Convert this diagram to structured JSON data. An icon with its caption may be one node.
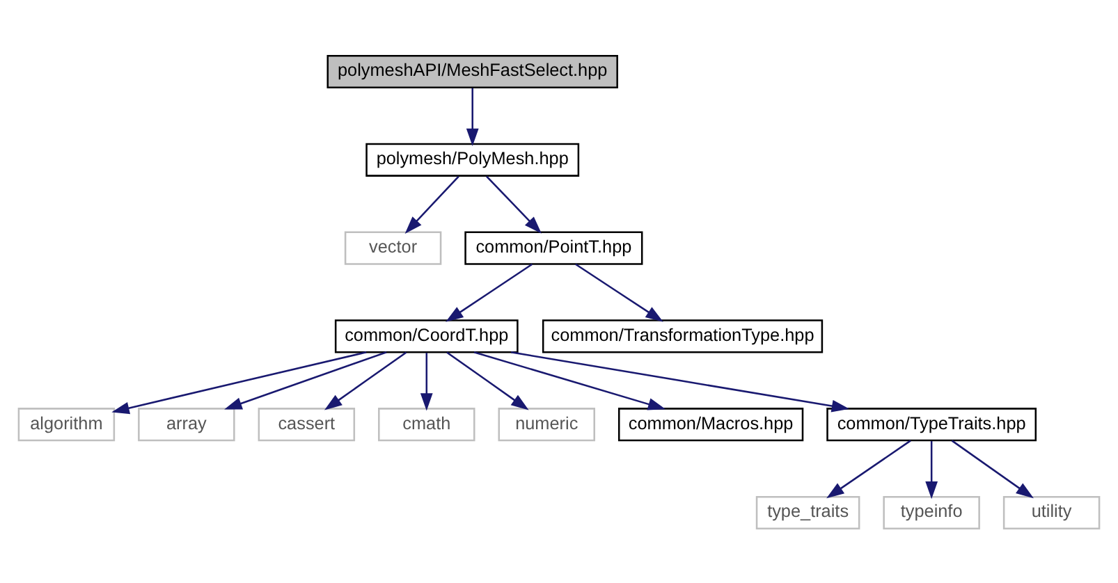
{
  "diagram": {
    "nodes": [
      {
        "text": [
          "polymeshAPI/MeshFastSelect.hpp"
        ]
      },
      {
        "text": [
          "polymesh/PolyMesh.hpp"
        ]
      },
      {
        "text": [
          "vector"
        ]
      },
      {
        "text": [
          "common/PointT.hpp"
        ]
      },
      {
        "text": [
          "common/CoordT.hpp"
        ]
      },
      {
        "text": [
          "common/TransformationType.hpp"
        ]
      },
      {
        "text": [
          "algorithm"
        ]
      },
      {
        "text": [
          "array"
        ]
      },
      {
        "text": [
          "cassert"
        ]
      },
      {
        "text": [
          "cmath"
        ]
      },
      {
        "text": [
          "numeric"
        ]
      },
      {
        "text": [
          "common/Macros.hpp"
        ]
      },
      {
        "text": [
          "common/TypeTraits.hpp"
        ]
      },
      {
        "text": [
          "type_traits"
        ]
      },
      {
        "text": [
          "typeinfo"
        ]
      },
      {
        "text": [
          "utility"
        ]
      }
    ],
    "edges": [
      {
        "from": 0,
        "to": 1,
        "arrow": "to"
      },
      {
        "from": 1,
        "to": 2,
        "arrow": "to"
      },
      {
        "from": 1,
        "to": 3,
        "arrow": "to"
      },
      {
        "from": 3,
        "to": 4,
        "arrow": "to"
      },
      {
        "from": 3,
        "to": 5,
        "arrow": "to"
      },
      {
        "from": 4,
        "to": 6,
        "arrow": "to"
      },
      {
        "from": 4,
        "to": 7,
        "arrow": "to"
      },
      {
        "from": 4,
        "to": 8,
        "arrow": "to"
      },
      {
        "from": 4,
        "to": 9,
        "arrow": "to"
      },
      {
        "from": 4,
        "to": 10,
        "arrow": "to"
      },
      {
        "from": 4,
        "to": 11,
        "arrow": "to"
      },
      {
        "from": 4,
        "to": 12,
        "arrow": "to"
      },
      {
        "from": 12,
        "to": 13,
        "arrow": "to"
      },
      {
        "from": 12,
        "to": 14,
        "arrow": "to"
      },
      {
        "from": 12,
        "to": 15,
        "arrow": "to"
      }
    ]
  }
}
